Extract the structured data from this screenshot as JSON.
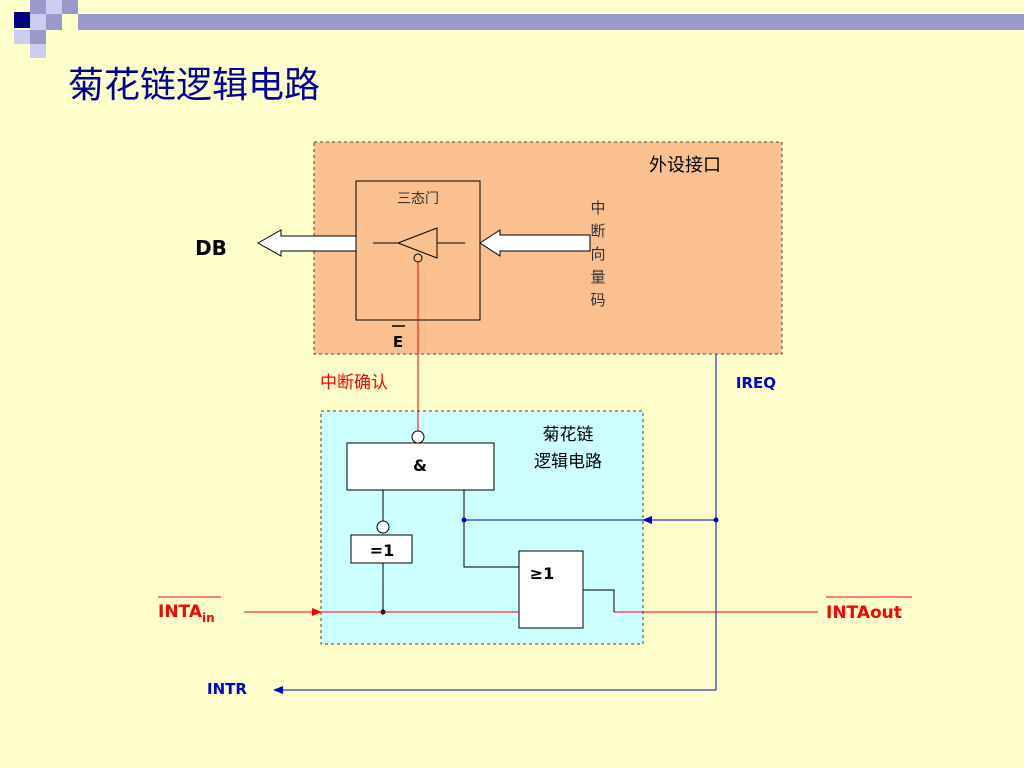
{
  "slide": {
    "title": "菊花链逻辑电路",
    "colors": {
      "background": "#ffffcc",
      "title": "#000099",
      "peripheral_box": "#fac090",
      "daisy_box": "#ccffff",
      "red_wire": "#ff0000",
      "blue_wire": "#0000cc"
    }
  },
  "peripheral": {
    "label": "外设接口",
    "tristate_label": "三态门",
    "vector_label": [
      "中",
      "断",
      "向",
      "量",
      "码"
    ],
    "enable_label": "E"
  },
  "bus": {
    "db_label": "DB"
  },
  "signals": {
    "interrupt_ack": "中断确认",
    "ireq": "IREQ",
    "inta_in_main": "INTA",
    "inta_in_sub": "in",
    "inta_out": "INTAout",
    "intr": "INTR"
  },
  "daisy": {
    "label_line1": "菊花链",
    "label_line2": "逻辑电路",
    "and_gate": "&",
    "buffer_gate": "=1",
    "or_gate": "≥1"
  }
}
